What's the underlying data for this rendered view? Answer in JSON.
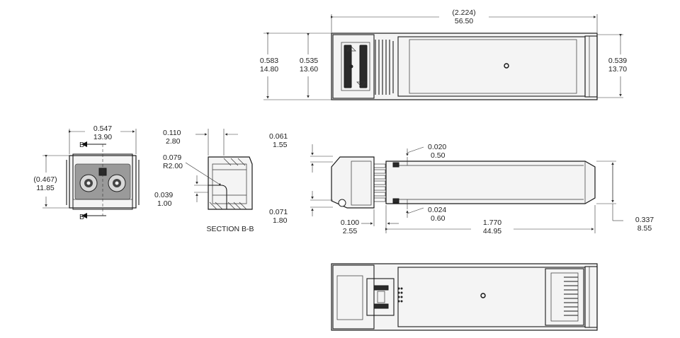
{
  "drawing": {
    "section_label": "SECTION B-B",
    "section_marker": "B",
    "dims": {
      "overall_length": {
        "in": "2.224",
        "mm": "56.50"
      },
      "top_left_height": {
        "in": "0.583",
        "mm": "14.80"
      },
      "top_inner_height": {
        "in": "0.535",
        "mm": "13.60"
      },
      "top_right_height": {
        "in": "0.539",
        "mm": "13.70"
      },
      "end_width": {
        "in": "0.547",
        "mm": "13.90"
      },
      "end_height": {
        "in": "0.467",
        "mm": "11.85"
      },
      "section_depth": {
        "in": "0.110",
        "mm": "2.80"
      },
      "section_radius": {
        "in": "0.079",
        "mm": "R2.00"
      },
      "section_step": {
        "in": "0.039",
        "mm": "1.00"
      },
      "side_top_offset": {
        "in": "0.061",
        "mm": "1.55"
      },
      "side_tab_top": {
        "in": "0.020",
        "mm": "0.50"
      },
      "side_bottom_offset": {
        "in": "0.071",
        "mm": "1.80"
      },
      "side_tab_bottom": {
        "in": "0.024",
        "mm": "0.60"
      },
      "side_latch": {
        "in": "0.100",
        "mm": "2.55"
      },
      "side_body_length": {
        "in": "1.770",
        "mm": "44.95"
      },
      "side_height": {
        "in": "0.337",
        "mm": "8.55"
      }
    }
  }
}
